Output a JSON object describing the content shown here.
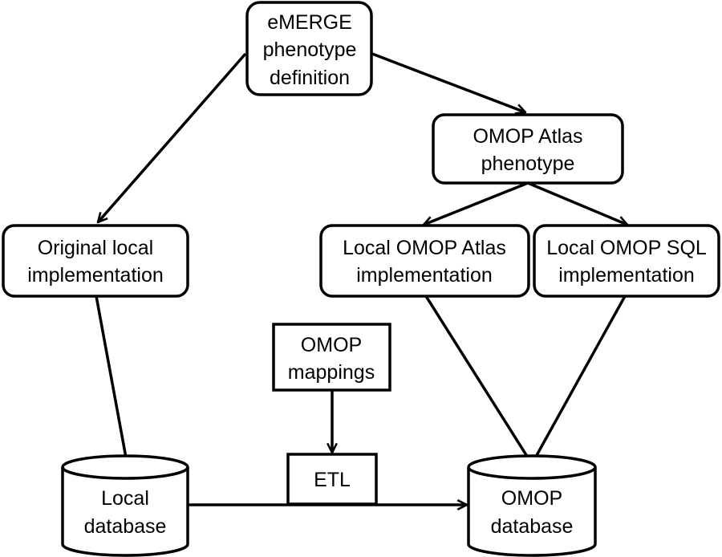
{
  "nodes": {
    "emerge": {
      "lines": [
        "eMERGE",
        "phenotype",
        "definition"
      ]
    },
    "atlas_phenotype": {
      "lines": [
        "OMOP Atlas",
        "phenotype"
      ]
    },
    "original_local": {
      "lines": [
        "Original local",
        "implementation"
      ]
    },
    "local_atlas": {
      "lines": [
        "Local OMOP Atlas",
        "implementation"
      ]
    },
    "local_sql": {
      "lines": [
        "Local OMOP SQL",
        "implementation"
      ]
    },
    "omop_mappings": {
      "lines": [
        "OMOP",
        "mappings"
      ]
    },
    "etl": {
      "lines": [
        "ETL"
      ]
    },
    "local_db": {
      "lines": [
        "Local",
        "database"
      ]
    },
    "omop_db": {
      "lines": [
        "OMOP",
        "database"
      ]
    }
  },
  "colors": {
    "line": "#000000",
    "background": "#ffffff"
  }
}
